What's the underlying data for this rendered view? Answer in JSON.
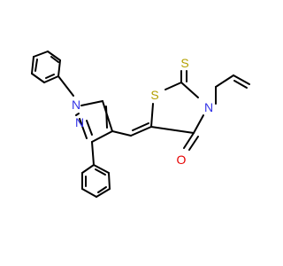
{
  "structure": {
    "atoms": [
      {
        "symbol": "N",
        "role": "pyrazole-n1"
      },
      {
        "symbol": "N",
        "role": "pyrazole-n2"
      },
      {
        "symbol": "S",
        "role": "thiazolidine-s1"
      },
      {
        "symbol": "S",
        "role": "thioxo-s"
      },
      {
        "symbol": "N",
        "role": "thiazolidine-n3"
      },
      {
        "symbol": "O",
        "role": "carbonyl-o"
      }
    ]
  },
  "colors": {
    "bond": "#000000",
    "nitrogen": "#3333e6",
    "sulfur": "#b3a000",
    "oxygen": "#e60000"
  }
}
